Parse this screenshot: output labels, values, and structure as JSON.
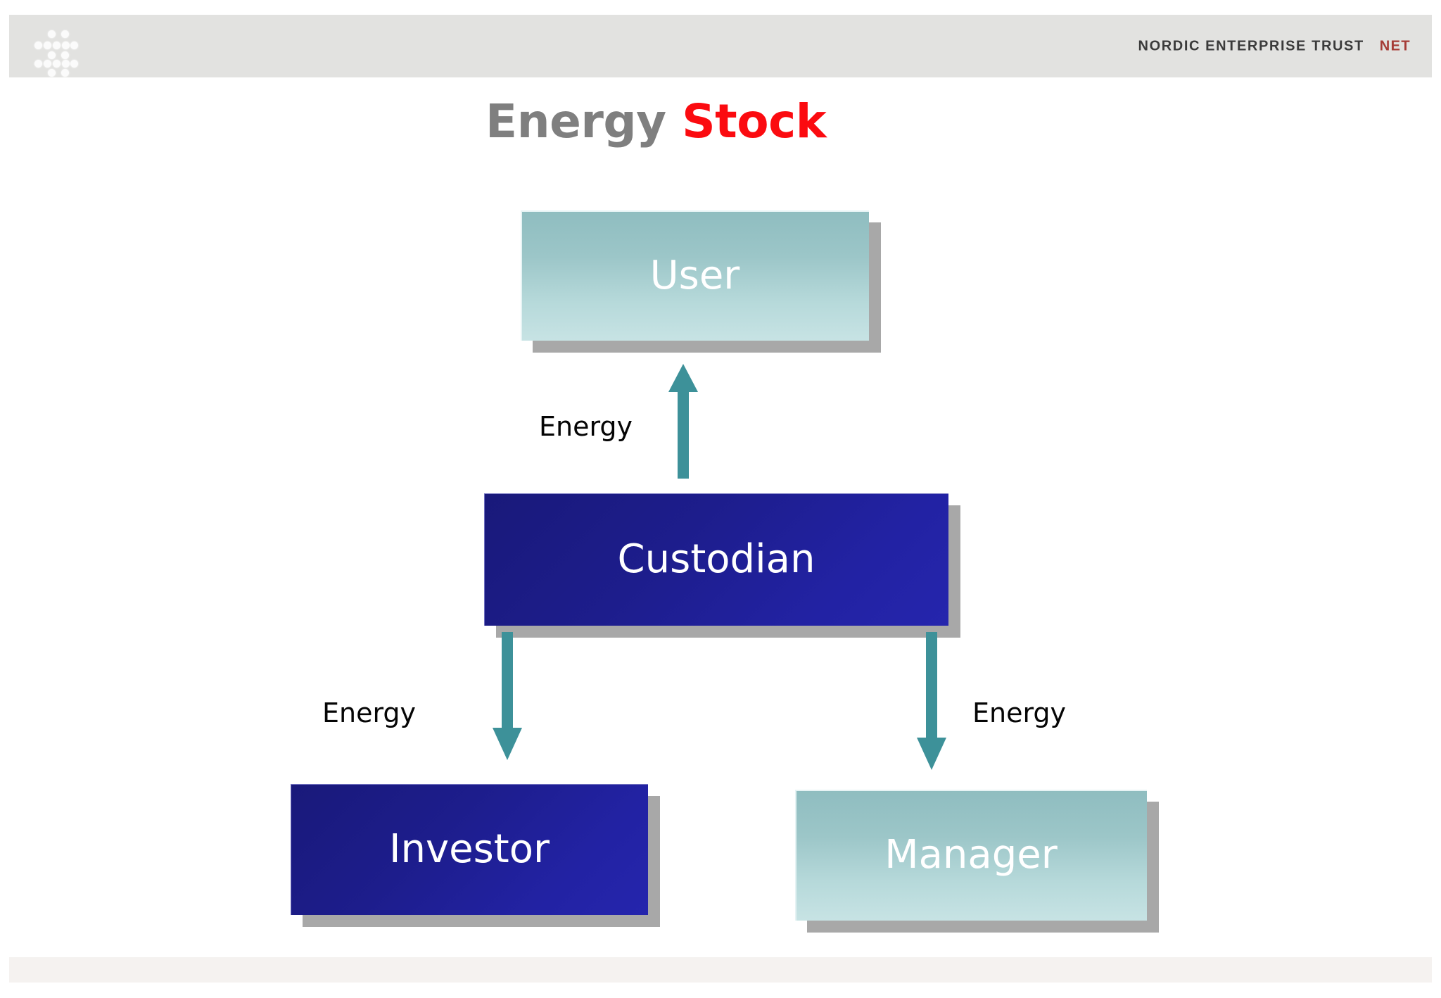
{
  "header": {
    "logo_icon": "dot-matrix-logo",
    "brand_name": "NORDIC ENTERPRISE TRUST",
    "brand_abbr": "NET",
    "brand_name_color": "#3b3b3b",
    "brand_abbr_color": "#a53b36",
    "bar_color": "#e2e2e0"
  },
  "title": {
    "part1": "Energy",
    "part2": "Stock",
    "part1_color": "#7f7f7f",
    "part2_color": "#fb0b10"
  },
  "diagram": {
    "nodes": [
      {
        "id": "user",
        "label": "User",
        "style": "teal",
        "fill_top": "#8fbdc0",
        "fill_bottom": "#c7e3e4"
      },
      {
        "id": "custodian",
        "label": "Custodian",
        "style": "navy",
        "fill_top": "#19197a",
        "fill_bottom": "#2525ad"
      },
      {
        "id": "investor",
        "label": "Investor",
        "style": "navy",
        "fill_top": "#19197a",
        "fill_bottom": "#2525ad"
      },
      {
        "id": "manager",
        "label": "Manager",
        "style": "teal",
        "fill_top": "#8fbdc0",
        "fill_bottom": "#c7e3e4"
      }
    ],
    "edges": [
      {
        "id": "custodian-to-user",
        "label": "Energy",
        "from": "custodian",
        "to": "user",
        "direction": "up"
      },
      {
        "id": "custodian-to-investor",
        "label": "Energy",
        "from": "custodian",
        "to": "investor",
        "direction": "down"
      },
      {
        "id": "custodian-to-manager",
        "label": "Energy",
        "from": "custodian",
        "to": "manager",
        "direction": "down"
      }
    ],
    "arrow_color": "#3d9199",
    "shadow_color": "#a8a8a8",
    "label_color": "#050505"
  },
  "footer": {
    "bar_color": "#f5f2f0"
  }
}
